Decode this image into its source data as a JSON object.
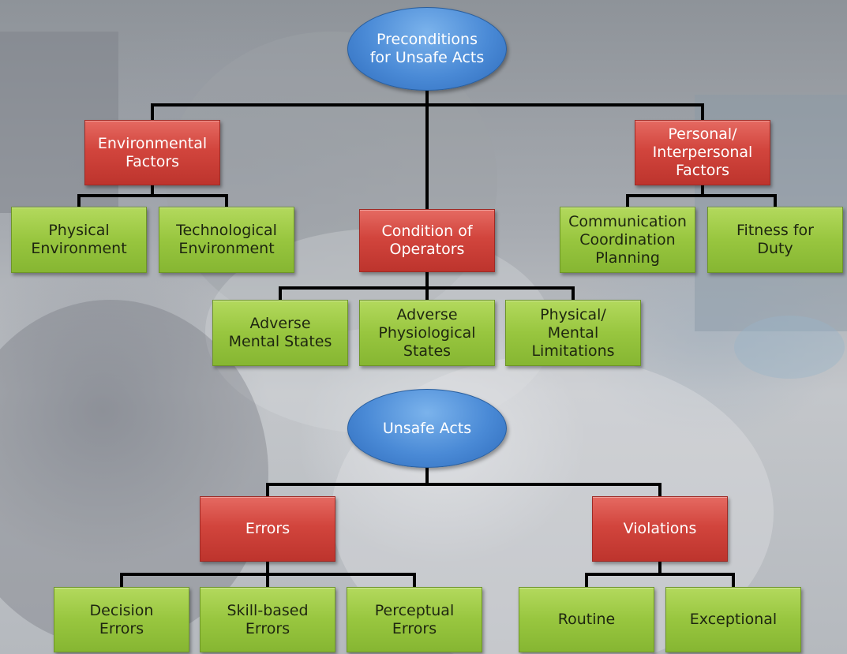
{
  "diagram": {
    "preconditions": {
      "root": "Preconditions\nfor Unsafe Acts",
      "environmental": "Environmental\nFactors",
      "condition": "Condition of\nOperators",
      "personal": "Personal/\nInterpersonal\nFactors",
      "physical_env": "Physical\nEnvironment",
      "tech_env": "Technological\nEnvironment",
      "communication": "Communication\nCoordination\nPlanning",
      "fitness": "Fitness for\nDuty",
      "mental_states": "Adverse\nMental States",
      "physiological": "Adverse\nPhysiological\nStates",
      "limitations": "Physical/\nMental\nLimitations"
    },
    "unsafe_acts": {
      "root": "Unsafe Acts",
      "errors": "Errors",
      "violations": "Violations",
      "decision": "Decision\nErrors",
      "skill": "Skill-based\nErrors",
      "perceptual": "Perceptual\nErrors",
      "routine": "Routine",
      "exceptional": "Exceptional"
    }
  },
  "colors": {
    "oval": "#4a8ad6",
    "red_box": "#d2453d",
    "green_box": "#98c63f",
    "connector": "#000000"
  }
}
